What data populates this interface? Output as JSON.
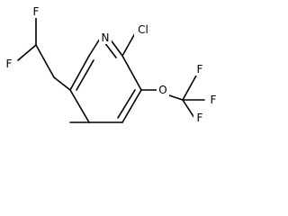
{
  "molecule": {
    "atoms": {
      "n_ring": "N",
      "cl": "Cl",
      "f_top": "F",
      "f_left": "F",
      "o": "O",
      "f_cf3_a": "F",
      "f_cf3_b": "F",
      "f_cf3_c": "F"
    }
  }
}
